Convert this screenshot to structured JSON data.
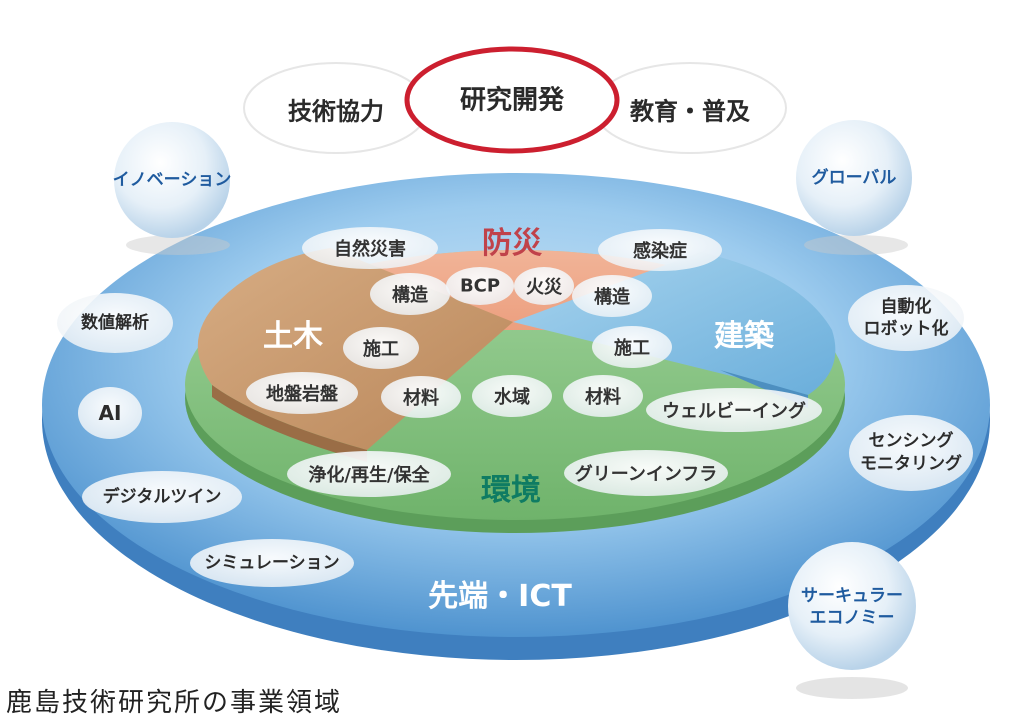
{
  "top": {
    "center": "研究開発",
    "left": "技術協力",
    "right": "教育・普及"
  },
  "spheres": {
    "innovation": "イノベーション",
    "global": "グローバル",
    "circular_line1": "サーキュラー",
    "circular_line2": "エコノミー"
  },
  "outer_ring": {
    "label": "先端・ICT",
    "items": {
      "numerical_analysis": "数値解析",
      "ai": "AI",
      "digital_twin": "デジタルツイン",
      "simulation": "シミュレーション",
      "automation_line1": "自動化",
      "automation_line2": "ロボット化",
      "sensing_line1": "センシング",
      "sensing_line2": "モニタリング"
    }
  },
  "sectors": {
    "disaster": {
      "title": "防災",
      "items": [
        "自然災害",
        "BCP",
        "火災",
        "感染症"
      ]
    },
    "civil": {
      "title": "土木",
      "items": [
        "構造",
        "施工",
        "地盤岩盤",
        "材料"
      ]
    },
    "architecture": {
      "title": "建築",
      "items": [
        "構造",
        "施工",
        "材料",
        "ウェルビーイング"
      ]
    },
    "environment": {
      "title": "環境",
      "items": [
        "水域",
        "浄化/再生/保全",
        "グリーンインフラ"
      ]
    }
  },
  "caption": "鹿島技術研究所の事業領域",
  "colors": {
    "disaster_title": "#c0424a",
    "civil_title": "#ffffff",
    "architecture_title": "#ffffff",
    "environment_title": "#0f7c63",
    "outer_blue": "#6aaddf",
    "disaster_fill": "#f0b193",
    "civil_fill": "#c79a72",
    "arch_fill": "#8cc4e6",
    "env_fill": "#8cc687",
    "red_outline": "#cc1f2f"
  }
}
